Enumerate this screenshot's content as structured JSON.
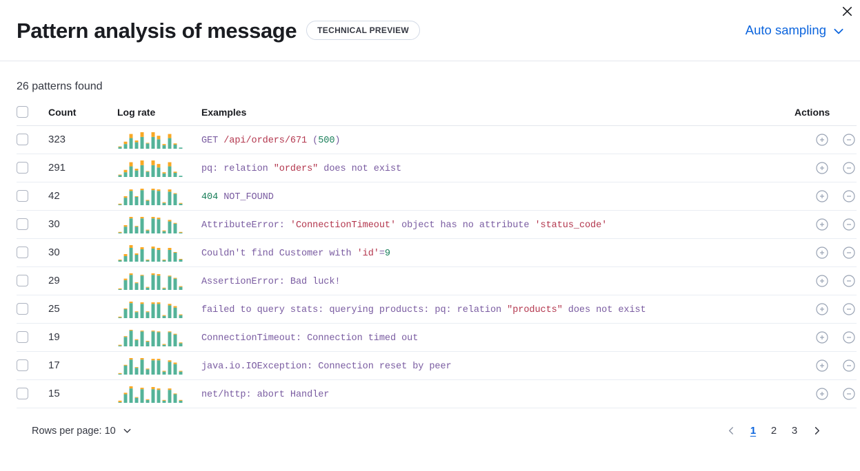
{
  "header": {
    "title": "Pattern analysis of message",
    "badge": "TECHNICAL PREVIEW",
    "sampling_label": "Auto sampling",
    "chevron_icon": "chevron-down-icon",
    "close_icon": "close-icon"
  },
  "summary": {
    "patterns_found": "26 patterns found"
  },
  "table": {
    "columns": {
      "select": "",
      "count": "Count",
      "log_rate": "Log rate",
      "examples": "Examples",
      "actions": "Actions"
    },
    "row_actions": {
      "add_icon": "plus-circle-icon",
      "remove_icon": "minus-circle-icon"
    },
    "rows": [
      {
        "count": "323",
        "example": "GET /api/orders/671 (500)",
        "tokens": [
          {
            "t": "GET ",
            "c": "base"
          },
          {
            "t": "/api/orders/671",
            "c": "str"
          },
          {
            "t": " (",
            "c": "base"
          },
          {
            "t": "500",
            "c": "num"
          },
          {
            "t": ")",
            "c": "base"
          }
        ],
        "log_rate": [
          3,
          8,
          18,
          11,
          20,
          9,
          20,
          16,
          6,
          18,
          7,
          2
        ],
        "log_rate_top": [
          1,
          4,
          7,
          3,
          8,
          1,
          8,
          6,
          2,
          7,
          2,
          0
        ]
      },
      {
        "count": "291",
        "example": "pq: relation \"orders\" does not exist",
        "tokens": [
          {
            "t": "pq: relation ",
            "c": "base"
          },
          {
            "t": "\"orders\"",
            "c": "str"
          },
          {
            "t": " does not exist",
            "c": "base"
          }
        ],
        "log_rate": [
          3,
          8,
          18,
          11,
          20,
          9,
          20,
          16,
          6,
          18,
          7,
          2
        ],
        "log_rate_top": [
          1,
          4,
          7,
          3,
          8,
          1,
          8,
          6,
          2,
          7,
          2,
          0
        ]
      },
      {
        "count": "42",
        "example": "404 NOT_FOUND",
        "tokens": [
          {
            "t": "404",
            "c": "num"
          },
          {
            "t": " NOT_FOUND",
            "c": "base"
          }
        ],
        "log_rate": [
          1,
          10,
          19,
          11,
          20,
          6,
          20,
          19,
          3,
          18,
          15,
          2
        ],
        "log_rate_top": [
          1,
          2,
          2,
          1,
          2,
          1,
          2,
          2,
          1,
          3,
          1,
          1
        ]
      },
      {
        "count": "30",
        "example": "AttributeError: 'ConnectionTimeout' object has no attribute 'status_code'",
        "tokens": [
          {
            "t": "AttributeError: ",
            "c": "base"
          },
          {
            "t": "'ConnectionTimeout'",
            "c": "str"
          },
          {
            "t": " object has no attribute ",
            "c": "base"
          },
          {
            "t": "'status_code'",
            "c": "str"
          }
        ],
        "log_rate": [
          1,
          9,
          20,
          9,
          20,
          4,
          20,
          19,
          3,
          16,
          13,
          1
        ],
        "log_rate_top": [
          1,
          2,
          2,
          1,
          2,
          1,
          2,
          2,
          1,
          2,
          1,
          1
        ]
      },
      {
        "count": "30",
        "example": "Couldn't find Customer with 'id'=9",
        "tokens": [
          {
            "t": "Couldn't find Customer with ",
            "c": "base"
          },
          {
            "t": "'id'",
            "c": "str"
          },
          {
            "t": "=",
            "c": "base"
          },
          {
            "t": "9",
            "c": "num"
          }
        ],
        "log_rate": [
          2,
          8,
          20,
          10,
          18,
          2,
          19,
          17,
          2,
          17,
          13,
          3
        ],
        "log_rate_top": [
          1,
          3,
          4,
          2,
          3,
          1,
          3,
          3,
          1,
          3,
          1,
          1
        ]
      },
      {
        "count": "29",
        "example": "AssertionError: Bad luck!",
        "tokens": [
          {
            "t": "AssertionError: Bad luck!",
            "c": "base"
          }
        ],
        "log_rate": [
          1,
          13,
          20,
          9,
          19,
          3,
          20,
          19,
          2,
          18,
          15,
          4
        ],
        "log_rate_top": [
          1,
          2,
          2,
          1,
          1,
          1,
          2,
          2,
          1,
          1,
          1,
          1
        ]
      },
      {
        "count": "25",
        "example": "failed to query stats: querying products: pq: relation \"products\" does not exist",
        "tokens": [
          {
            "t": "failed to query stats: querying products: pq: relation ",
            "c": "base"
          },
          {
            "t": "\"products\"",
            "c": "str"
          },
          {
            "t": " does not exist",
            "c": "base"
          }
        ],
        "log_rate": [
          1,
          12,
          20,
          8,
          19,
          8,
          19,
          19,
          3,
          17,
          14,
          4
        ],
        "log_rate_top": [
          1,
          1,
          2,
          1,
          2,
          1,
          2,
          2,
          1,
          2,
          2,
          1
        ]
      },
      {
        "count": "19",
        "example": "ConnectionTimeout: Connection timed out",
        "tokens": [
          {
            "t": "ConnectionTimeout: Connection timed out",
            "c": "base"
          }
        ],
        "log_rate": [
          1,
          12,
          20,
          8,
          19,
          6,
          19,
          18,
          2,
          18,
          15,
          4
        ],
        "log_rate_top": [
          1,
          1,
          1,
          1,
          1,
          1,
          1,
          1,
          1,
          1,
          1,
          1
        ]
      },
      {
        "count": "17",
        "example": "java.io.IOException: Connection reset by peer",
        "tokens": [
          {
            "t": "java.io.IOException: Connection reset by peer",
            "c": "base"
          }
        ],
        "log_rate": [
          1,
          12,
          20,
          9,
          20,
          7,
          19,
          19,
          4,
          17,
          14,
          4
        ],
        "log_rate_top": [
          1,
          1,
          2,
          1,
          2,
          1,
          2,
          2,
          1,
          2,
          2,
          1
        ]
      },
      {
        "count": "15",
        "example": "net/http: abort Handler",
        "tokens": [
          {
            "t": "net/http: abort Handler",
            "c": "base"
          }
        ],
        "log_rate": [
          1,
          12,
          20,
          7,
          19,
          4,
          19,
          18,
          3,
          18,
          12,
          3
        ],
        "log_rate_top": [
          2,
          2,
          3,
          1,
          2,
          1,
          3,
          2,
          1,
          2,
          1,
          1
        ]
      }
    ]
  },
  "footer": {
    "rows_per_page": "Rows per page: 10",
    "rows_per_page_chevron": "chevron-down-icon",
    "prev_icon": "chevron-left-icon",
    "next_icon": "chevron-right-icon",
    "pages": [
      "1",
      "2",
      "3"
    ],
    "active_page": "1"
  },
  "colors": {
    "accent_link": "#0b64dd",
    "spark_base": "#54b399",
    "spark_top": "#f9a825",
    "token_base": "#7a5ca1",
    "token_string": "#b3374e",
    "token_number": "#1a7f5a"
  }
}
